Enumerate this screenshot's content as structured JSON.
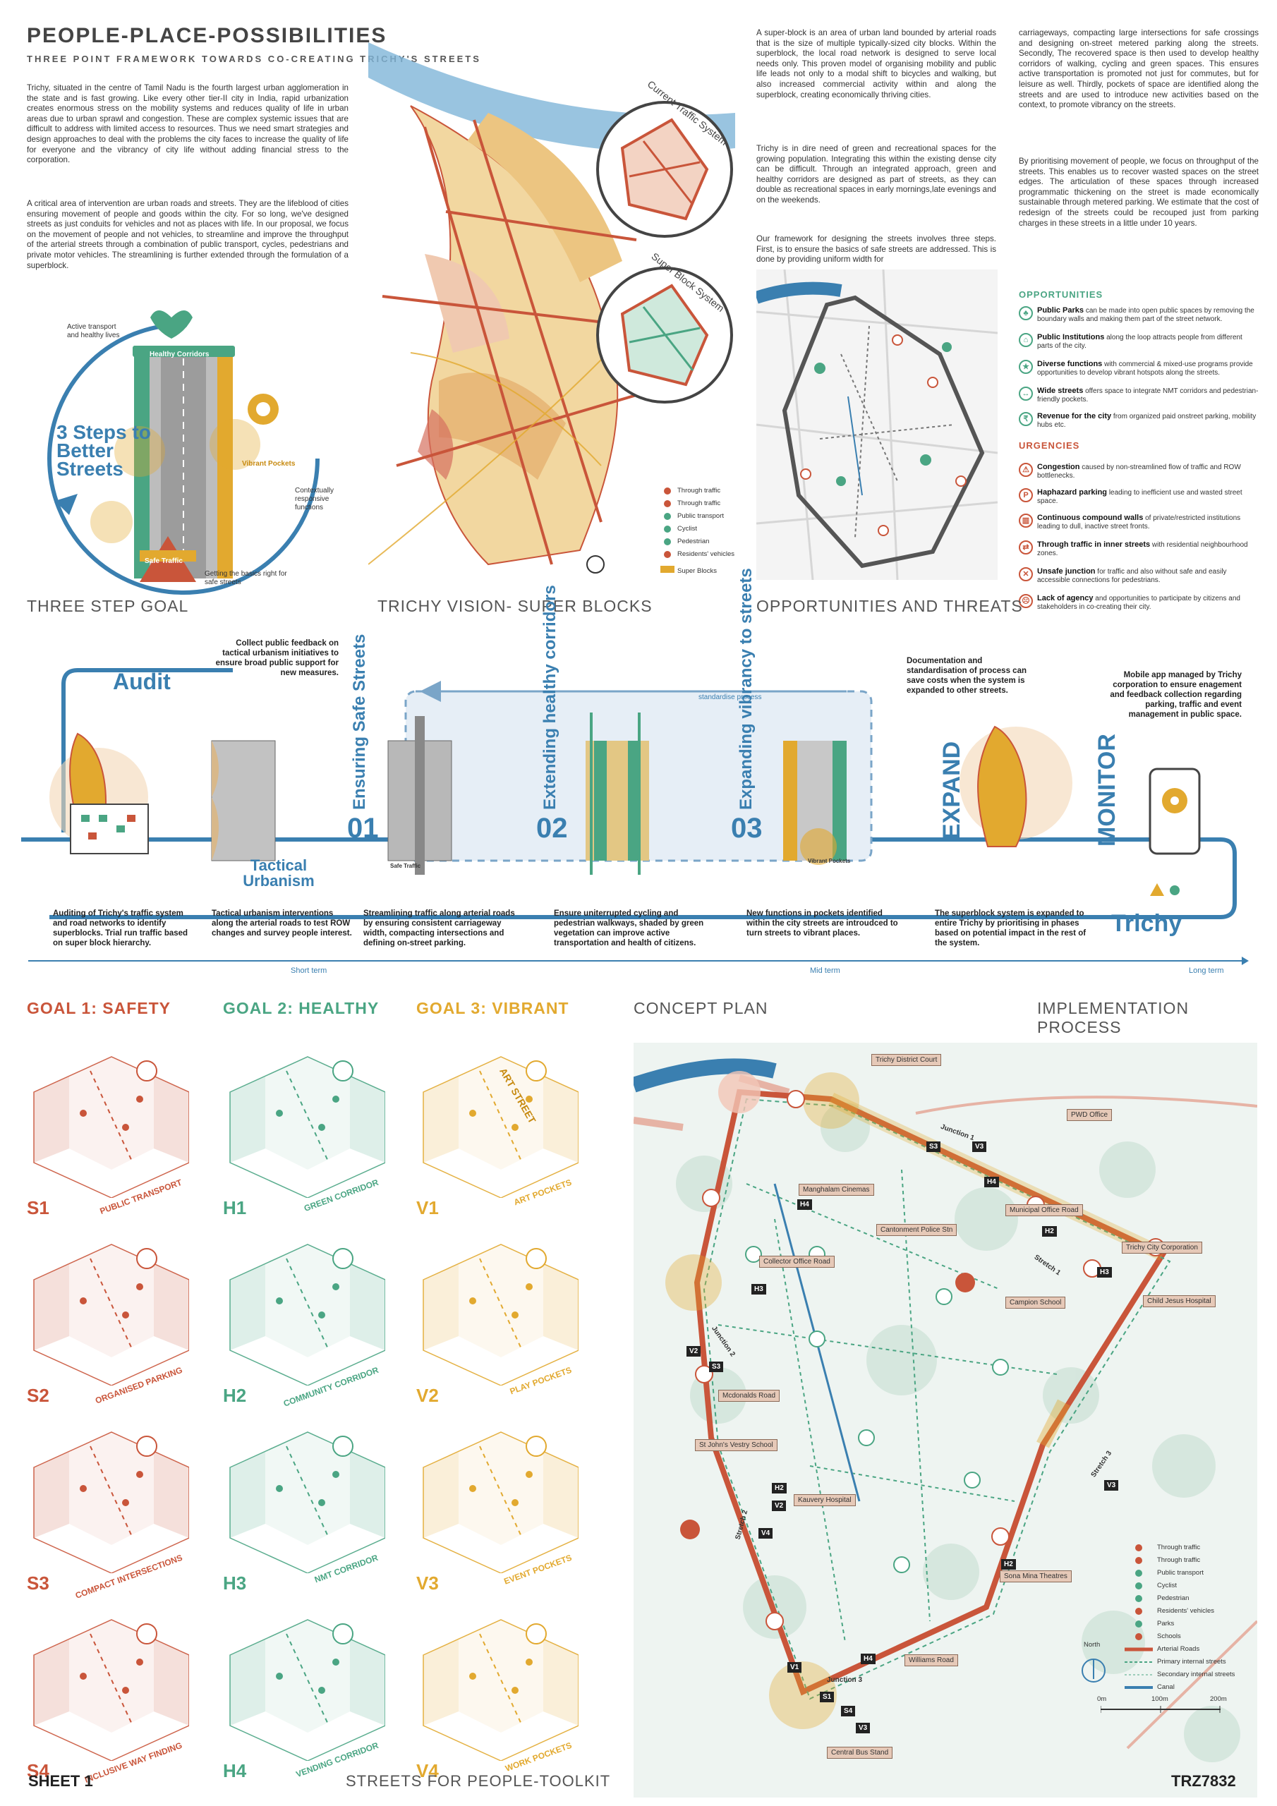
{
  "header": {
    "title": "PEOPLE-PLACE-POSSIBILITIES",
    "subtitle": "THREE POINT FRAMEWORK TOWARDS CO-CREATING TRICHY'S STREETS"
  },
  "intro": {
    "p1": "Trichy, situated in the centre of Tamil Nadu is the fourth largest urban agglomeration in the state and is fast growing. Like every other tier-II city in India, rapid urbanization creates enormous stress on the mobility systems and reduces quality of life in urban areas due to urban sprawl and congestion. These are complex systemic issues that are difficult to address with limited access to resources. Thus we need smart strategies and design approaches to deal with the problems the city faces to increase the quality of life for everyone and the vibrancy of city life without adding financial stress to the corporation.",
    "p2": "A critical area of intervention are urban roads and streets. They are the lifeblood of cities ensuring movement of people and goods within the city. For so long, we've designed streets as just conduits for vehicles and not as places with life. In our proposal, we focus on the movement of people and not vehicles, to streamline and improve the throughput of the arterial streets through a combination of public transport, cycles, pedestrians and private motor vehicles. The streamlining is further extended through the formulation of a superblock."
  },
  "col3": {
    "p1": "A super-block is an area of urban land bounded by arterial roads that is the size of multiple typically-sized city blocks. Within the superblock, the local road network is designed to serve local needs only. This proven model of organising mobility and public life leads not only to a modal shift to bicycles and walking, but also increased commercial activity within and along the superblock, creating economically thriving cities.",
    "p2": "Trichy is in dire need of green and recreational spaces for the growing population. Integrating this within the existing dense city can be difficult. Through an integrated approach, green and healthy corridors are designed as part of streets, as they can double as recreational spaces in early mornings,late evenings and on the weekends.",
    "p3": "Our framework for designing the streets involves three steps. First, is to ensure the basics of safe streets are addressed. This is done by providing uniform width for"
  },
  "col4": {
    "p1": "carriageways, compacting large intersections for safe crossings and designing on-street metered parking along the streets. Secondly, The recovered space is then used to develop healthy corridors of walking, cycling and green spaces. This ensures active transportation is promoted not just for commutes, but for leisure as well. Thirdly, pockets of space are identified along the streets and are used to introduce new activities based on the context, to promote vibrancy on the streets.",
    "p2": "By prioritising movement of people, we focus on throughput of the streets. This enables us to recover wasted spaces on the street edges. The articulation of these spaces through increased programmatic thickening on the street is made economically sustainable through metered parking. We estimate that the cost of redesign of the streets could be recouped just from parking charges in these streets in a little under 10 years."
  },
  "opportunities": {
    "heading": "OPPORTUNITIES",
    "items": [
      {
        "name": "Public Parks",
        "text": "can be made into open public spaces by removing the boundary walls and making them part of the street network."
      },
      {
        "name": "Public Institutions",
        "text": "along the loop attracts people from different parts of the city."
      },
      {
        "name": "Diverse functions",
        "text": "with commercial & mixed-use programs provide opportunities to develop vibrant hotspots along the streets."
      },
      {
        "name": "Wide streets",
        "text": "offers space to integrate NMT corridors and pedestrian-friendly pockets."
      },
      {
        "name": "Revenue for the city",
        "text": "from organized paid onstreet parking, mobility hubs etc."
      }
    ]
  },
  "urgencies": {
    "heading": "URGENCIES",
    "items": [
      {
        "name": "Congestion",
        "text": "caused by non-streamlined flow of traffic and ROW bottlenecks."
      },
      {
        "name": "Haphazard parking",
        "text": "leading to inefficient use and wasted street space."
      },
      {
        "name": "Continuous compound walls",
        "text": "of private/restricted institutions leading to dull, inactive street fronts."
      },
      {
        "name": "Through traffic in inner streets",
        "text": "with residential neighbourhood zones."
      },
      {
        "name": "Unsafe junction",
        "text": "for traffic and also without safe and easily accessible connections for pedestrians."
      },
      {
        "name": "Lack of agency",
        "text": "and opportunities to participate by citizens and stakeholders in co-creating their city."
      }
    ]
  },
  "diagram1": {
    "big": "3 Steps to Better Streets",
    "healthy": "Healthy Corridors",
    "active": "Active transport and healthy lives",
    "vibrant": "Vibrant Pockets",
    "context": "Contextually responsive functions",
    "safe": "Safe Traffic",
    "basics": "Getting the basics right for safe streets"
  },
  "map1": {
    "current": "Current Traffic System",
    "superblock": "Super Block System",
    "legend": [
      "Through traffic",
      "Through traffic",
      "Public transport",
      "Cyclist",
      "Pedestrian",
      "Residents' vehicles",
      "Super Blocks"
    ]
  },
  "sections": {
    "s1": "THREE STEP GOAL",
    "s2": "TRICHY VISION- SUPER BLOCKS",
    "s3": "OPPORTUNITIES AND THREATS"
  },
  "process": {
    "audit": "Audit",
    "tactical": "Tactical Urbanism",
    "expand": "EXPAND",
    "monitor": "MONITOR",
    "trichy": "Trichy",
    "std": "standardise process",
    "steps": [
      {
        "n": "01",
        "t": "Ensuring Safe Streets"
      },
      {
        "n": "02",
        "t": "Extending healthy corridors"
      },
      {
        "n": "03",
        "t": "Expanding vibrancy to streets"
      }
    ],
    "top1": "Collect public feedback on tactical urbanism initiatives to ensure broad public support for new measures.",
    "top2": "Documentation and standardisation of process can save costs when the system is expanded to other streets.",
    "top3": "Mobile app managed by Trichy corporation to ensure enagement and feedback collection regarding parking, traffic and event management in public space.",
    "b1": "Auditing of Trichy's traffic system and road networks to identify superblocks. Trial run traffic based on super block hierarchy.",
    "b2": "Tactical urbanism interventions along the arterial roads to test ROW changes and survey people interest.",
    "b3": "Streamlining traffic along arterial roads by ensuring consistent carriageway width, compacting intersections and defining on-street parking.",
    "b4": "Ensure uniterrupted cycling and pedestrian walkways, shaded by green vegetation can improve active transportation and health of citizens.",
    "b5": "New functions in pockets identified within the city streets are introudced to turn streets to vibrant places.",
    "b6": "The superblock system is expanded to entire Trichy by prioritising in phases based on potential impact in the rest of the system.",
    "short": "Short term",
    "mid": "Mid term",
    "long": "Long term",
    "safe_traffic": "Safe Traffic",
    "vibrant": "Vibrant Pockets"
  },
  "goals": {
    "g1": "GOAL 1: SAFETY",
    "g2": "GOAL 2: HEALTHY",
    "g3": "GOAL 3: VIBRANT",
    "concept": "CONCEPT PLAN",
    "impl": "IMPLEMENTATION PROCESS"
  },
  "tiles": [
    {
      "code": "S1",
      "name": "PUBLIC TRANSPORT"
    },
    {
      "code": "H1",
      "name": "GREEN CORRIDOR"
    },
    {
      "code": "V1",
      "name": "ART POCKETS"
    },
    {
      "code": "S2",
      "name": "ORGANISED PARKING"
    },
    {
      "code": "H2",
      "name": "COMMUNITY CORRIDOR"
    },
    {
      "code": "V2",
      "name": "PLAY POCKETS"
    },
    {
      "code": "S3",
      "name": "COMPACT INTERSECTIONS"
    },
    {
      "code": "H3",
      "name": "NMT CORRIDOR"
    },
    {
      "code": "V3",
      "name": "EVENT POCKETS"
    },
    {
      "code": "S4",
      "name": "INCLUSIVE WAY FINDING"
    },
    {
      "code": "H4",
      "name": "VENDING CORRIDOR"
    },
    {
      "code": "V4",
      "name": "WORK POCKETS"
    }
  ],
  "art_street": "ART STREET",
  "plan": {
    "labels": [
      "Trichy District Court",
      "PWD Office",
      "Manghalam Cinemas",
      "Cantonment Police Stn",
      "Municipal Office Road",
      "Trichy City Corporation",
      "Collector Office Road",
      "Campion School",
      "Child Jesus Hospital",
      "Mcdonalds Road",
      "St John's Vestry School",
      "Kauvery Hospital",
      "Sona Mina Theatres",
      "Williams Road",
      "Central Bus Stand"
    ],
    "tags": [
      "S3",
      "V3",
      "H4",
      "H4",
      "H2",
      "H3",
      "H3",
      "V2",
      "S3",
      "H2",
      "V2",
      "V4",
      "V3",
      "H2",
      "V1",
      "H4",
      "S1",
      "S4",
      "V3"
    ],
    "streets": [
      "Junction 1",
      "Stretch 1",
      "Junction 2",
      "Stretch 2",
      "Stretch 3",
      "Junction 3"
    ],
    "legend": [
      "Through traffic",
      "Through traffic",
      "Public transport",
      "Cyclist",
      "Pedestrian",
      "Residents' vehicles",
      "Parks",
      "Schools",
      "Arterial Roads",
      "Primary internal streets",
      "Secondary internal streets",
      "Canal"
    ],
    "north": "North",
    "scale": [
      "0m",
      "100m",
      "200m"
    ]
  },
  "footer": {
    "sheet": "SHEET 1",
    "toolkit": "STREETS FOR PEOPLE-TOOLKIT",
    "code": "TRZ7832"
  },
  "colors": {
    "safety": "#c9553a",
    "healthy": "#4aa583",
    "vibrant": "#e2a92f",
    "blue": "#3a7fb0"
  }
}
